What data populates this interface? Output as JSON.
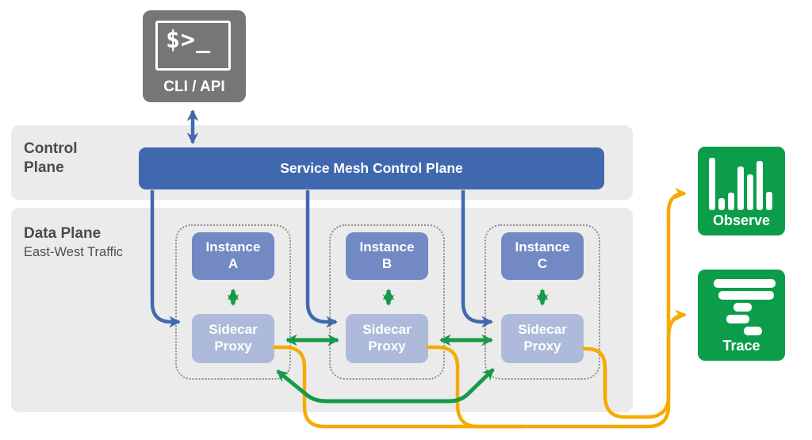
{
  "cli": {
    "prompt": "$>_",
    "label": "CLI / API",
    "icon": "terminal-icon"
  },
  "control_plane": {
    "label_line1": "Control",
    "label_line2": "Plane",
    "bar_label": "Service Mesh Control Plane"
  },
  "data_plane": {
    "label_line1": "Data Plane",
    "label_line2": "East-West Traffic"
  },
  "groups": [
    {
      "instance": [
        "Instance",
        "A"
      ],
      "proxy": [
        "Sidecar",
        "Proxy"
      ]
    },
    {
      "instance": [
        "Instance",
        "B"
      ],
      "proxy": [
        "Sidecar",
        "Proxy"
      ]
    },
    {
      "instance": [
        "Instance",
        "C"
      ],
      "proxy": [
        "Sidecar",
        "Proxy"
      ]
    }
  ],
  "observability": [
    {
      "label": "Observe",
      "icon": "bar-chart-icon"
    },
    {
      "label": "Trace",
      "icon": "trace-spans-icon"
    }
  ],
  "flows": [
    {
      "name": "control-traffic",
      "color": "#4169af"
    },
    {
      "name": "service-mesh-traffic",
      "color": "#169a49"
    },
    {
      "name": "telemetry-traffic",
      "color": "#f5ab00"
    }
  ],
  "colors": {
    "band_gray": "#ebebeb",
    "cli_gray": "#767676",
    "bar_blue": "#4068af",
    "instance_blue": "#7289c4",
    "sidecar_blue": "#adbad9",
    "green": "#0b9d49",
    "orange": "#f5ab00",
    "text_dark": "#4b4b4b"
  }
}
